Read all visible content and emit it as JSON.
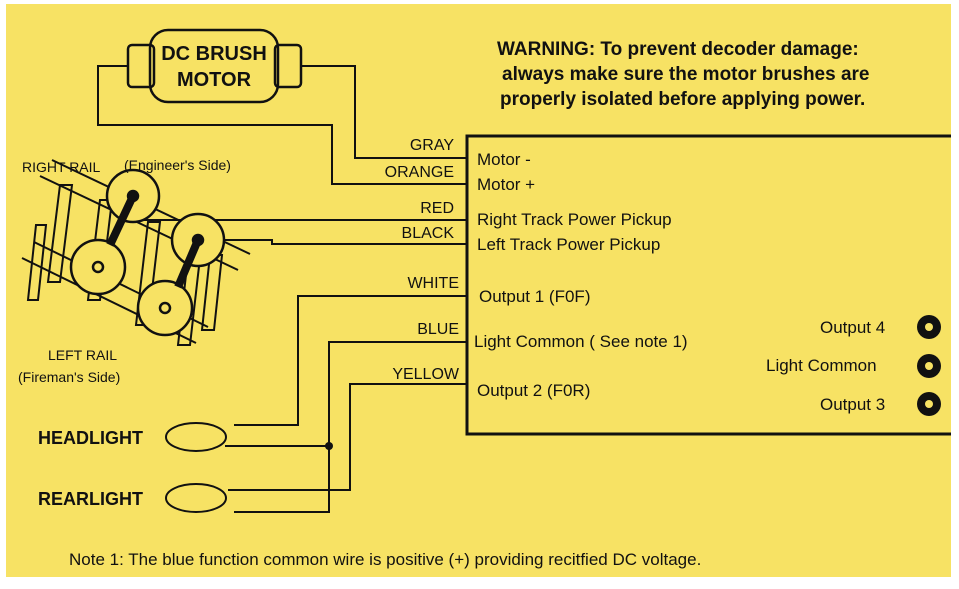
{
  "warning": {
    "line1": "WARNING:  To prevent decoder damage:",
    "line2": "always make sure the motor brushes are",
    "line3": "properly isolated before applying power."
  },
  "motor": {
    "line1": "DC BRUSH",
    "line2": "MOTOR"
  },
  "rails": {
    "right_rail": "RIGHT RAIL",
    "engineer_side": "(Engineer's Side)",
    "left_rail": "LEFT RAIL",
    "fireman_side": "(Fireman's Side)"
  },
  "wires": {
    "gray": "GRAY",
    "orange": "ORANGE",
    "red": "RED",
    "black": "BLACK",
    "white": "WHITE",
    "blue": "BLUE",
    "yellow": "YELLOW"
  },
  "decoder": {
    "motor_minus": "Motor -",
    "motor_plus": "Motor +",
    "right_pickup": "Right Track Power Pickup",
    "left_pickup": "Left Track Power Pickup",
    "output1": "Output 1 (F0F)",
    "light_common_note": "Light Common ( See note 1)",
    "output2": "Output 2 (F0R)",
    "output4": "Output 4",
    "light_common": "Light Common",
    "output3": "Output 3"
  },
  "lamps": {
    "headlight": "HEADLIGHT",
    "rearlight": "REARLIGHT"
  },
  "note": "Note 1: The blue function common wire is positive (+) providing recitfied DC voltage."
}
